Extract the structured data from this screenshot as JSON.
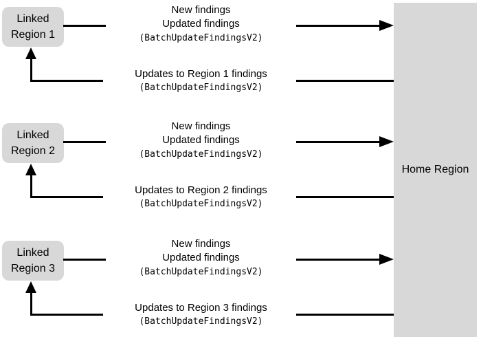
{
  "diagram": {
    "home_region_label": "Home Region",
    "colors": {
      "box_fill": "#d8d8d8",
      "line": "#000000",
      "text": "#000000",
      "background": "#ffffff"
    },
    "sections": [
      {
        "region": {
          "line1": "Linked",
          "line2": "Region 1"
        },
        "forward": {
          "line1": "New findings",
          "line2": "Updated findings",
          "api": "(BatchUpdateFindingsV2)"
        },
        "return": {
          "line1": "Updates to Region 1 findings",
          "api": "(BatchUpdateFindingsV2)"
        }
      },
      {
        "region": {
          "line1": "Linked",
          "line2": "Region 2"
        },
        "forward": {
          "line1": "New findings",
          "line2": "Updated findings",
          "api": "(BatchUpdateFindingsV2)"
        },
        "return": {
          "line1": "Updates to Region 2 findings",
          "api": "(BatchUpdateFindingsV2)"
        }
      },
      {
        "region": {
          "line1": "Linked",
          "line2": "Region 3"
        },
        "forward": {
          "line1": "New findings",
          "line2": "Updated findings",
          "api": "(BatchUpdateFindingsV2)"
        },
        "return": {
          "line1": "Updates to Region 3 findings",
          "api": "(BatchUpdateFindingsV2)"
        }
      }
    ]
  }
}
